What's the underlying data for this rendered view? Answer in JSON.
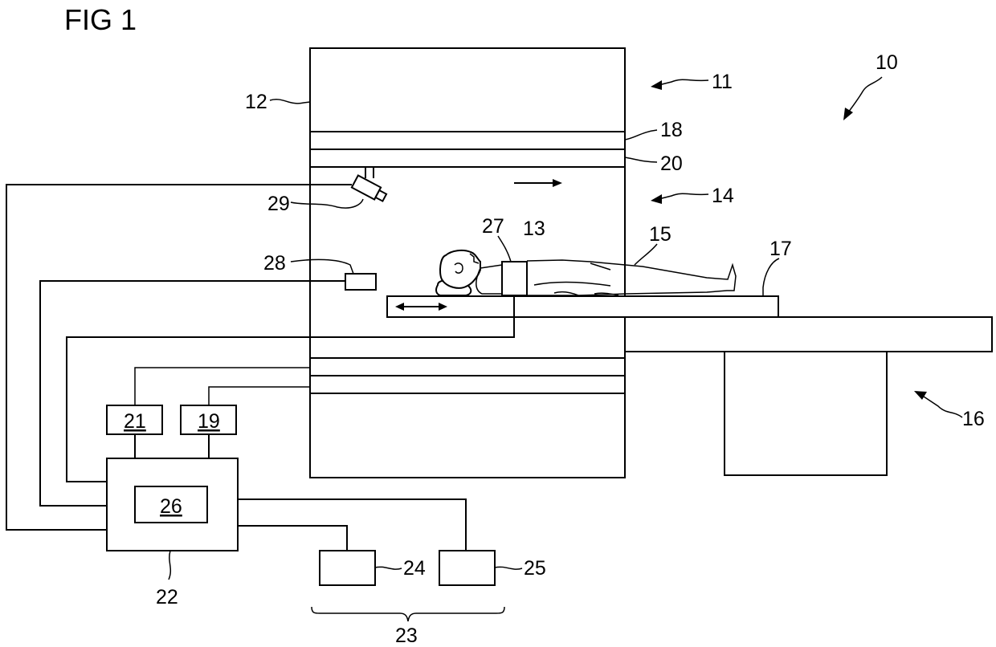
{
  "figure": {
    "title": "FIG  1"
  },
  "labels": {
    "device": "10",
    "magnet_unit": "11",
    "main_magnet": "12",
    "direction": "13",
    "bore": "14",
    "patient": "15",
    "patient_support": "16",
    "table": "17",
    "gradient_coil": "18",
    "gradient_control": "19",
    "rf_antenna": "20",
    "rf_control": "21",
    "system_control": "22",
    "user_interface": "23",
    "display": "24",
    "input": "25",
    "evaluation_unit": "26",
    "local_coil": "27",
    "sensor": "28",
    "camera": "29"
  }
}
